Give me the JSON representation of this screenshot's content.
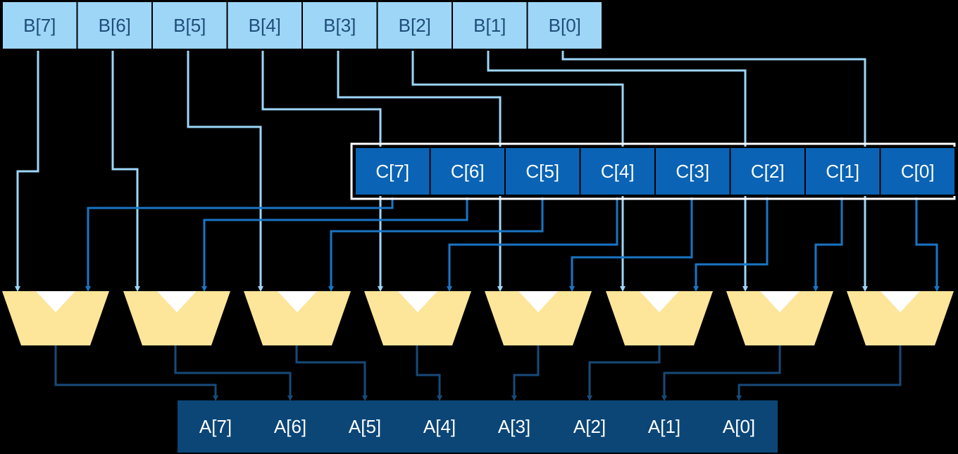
{
  "colors": {
    "background": "#000000",
    "b_fill": "#9ED6F8",
    "b_text": "#1F4E79",
    "b_wire": "#9ED6F8",
    "c_fill": "#0A63B4",
    "c_text": "#FFFFFF",
    "c_wire": "#1A75C4",
    "a_fill": "#0B4677",
    "a_text": "#FFFFFF",
    "out_wire": "#174A7A",
    "mux_fill": "#FDE59A",
    "mux_notch": "#FFFFFF",
    "border_white": "#FFFFFF"
  },
  "b_register": {
    "labels": [
      "B[7]",
      "B[6]",
      "B[5]",
      "B[4]",
      "B[3]",
      "B[2]",
      "B[1]",
      "B[0]"
    ]
  },
  "c_register": {
    "labels": [
      "C[7]",
      "C[6]",
      "C[5]",
      "C[4]",
      "C[3]",
      "C[2]",
      "C[1]",
      "C[0]"
    ]
  },
  "a_register": {
    "labels": [
      "A[7]",
      "A[6]",
      "A[5]",
      "A[4]",
      "A[3]",
      "A[2]",
      "A[1]",
      "A[0]"
    ]
  },
  "mux_count": 8
}
